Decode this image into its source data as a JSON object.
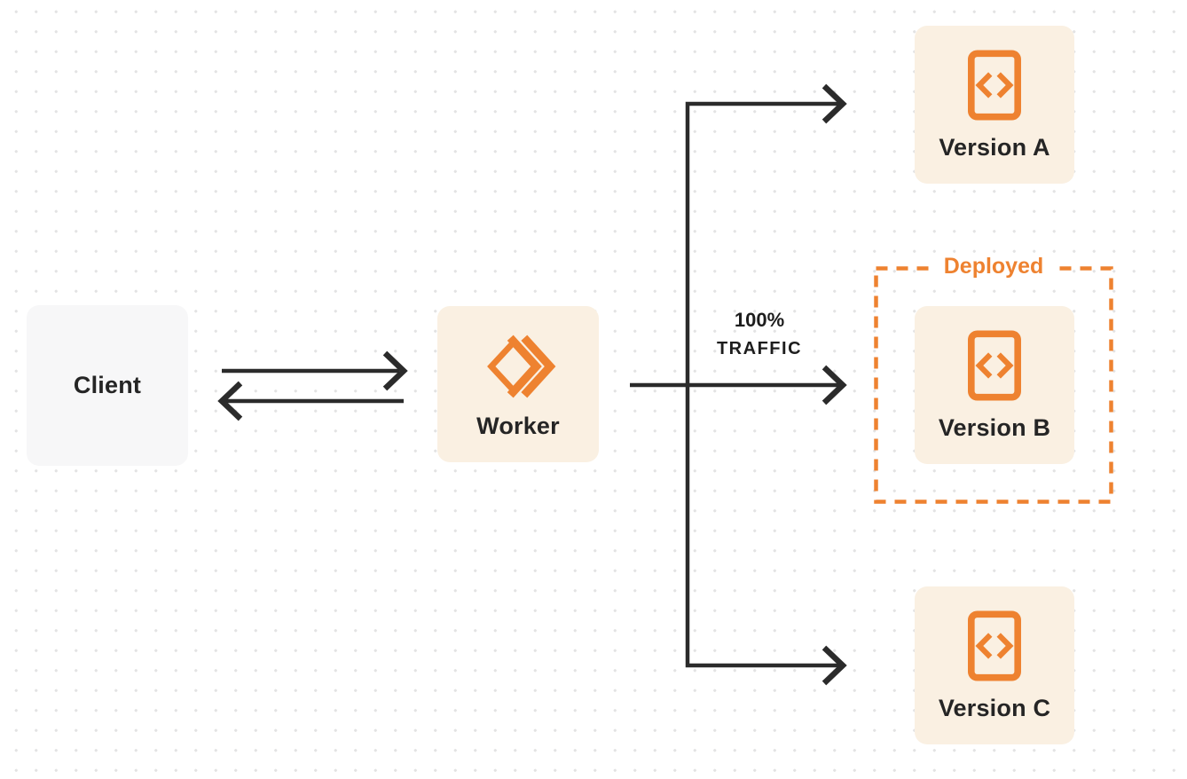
{
  "diagram": {
    "nodes": {
      "client": {
        "label": "Client"
      },
      "worker": {
        "label": "Worker"
      },
      "version_a": {
        "label": "Version A"
      },
      "version_b": {
        "label": "Version B"
      },
      "version_c": {
        "label": "Version C"
      }
    },
    "annotations": {
      "deployed_label": "Deployed",
      "traffic_percent": "100%",
      "traffic_word": "TRAFFIC"
    },
    "icons": {
      "worker_icon": "workers-chevron-logo-icon",
      "version_icon": "code-file-icon"
    },
    "colors": {
      "accent_orange": "#ee8230",
      "node_cream_bg": "#faf0e2",
      "node_gray_bg": "#f7f7f8",
      "connector_dark": "#2b2b2b",
      "dot_grid": "#e3e3e4",
      "background": "#ffffff"
    }
  }
}
